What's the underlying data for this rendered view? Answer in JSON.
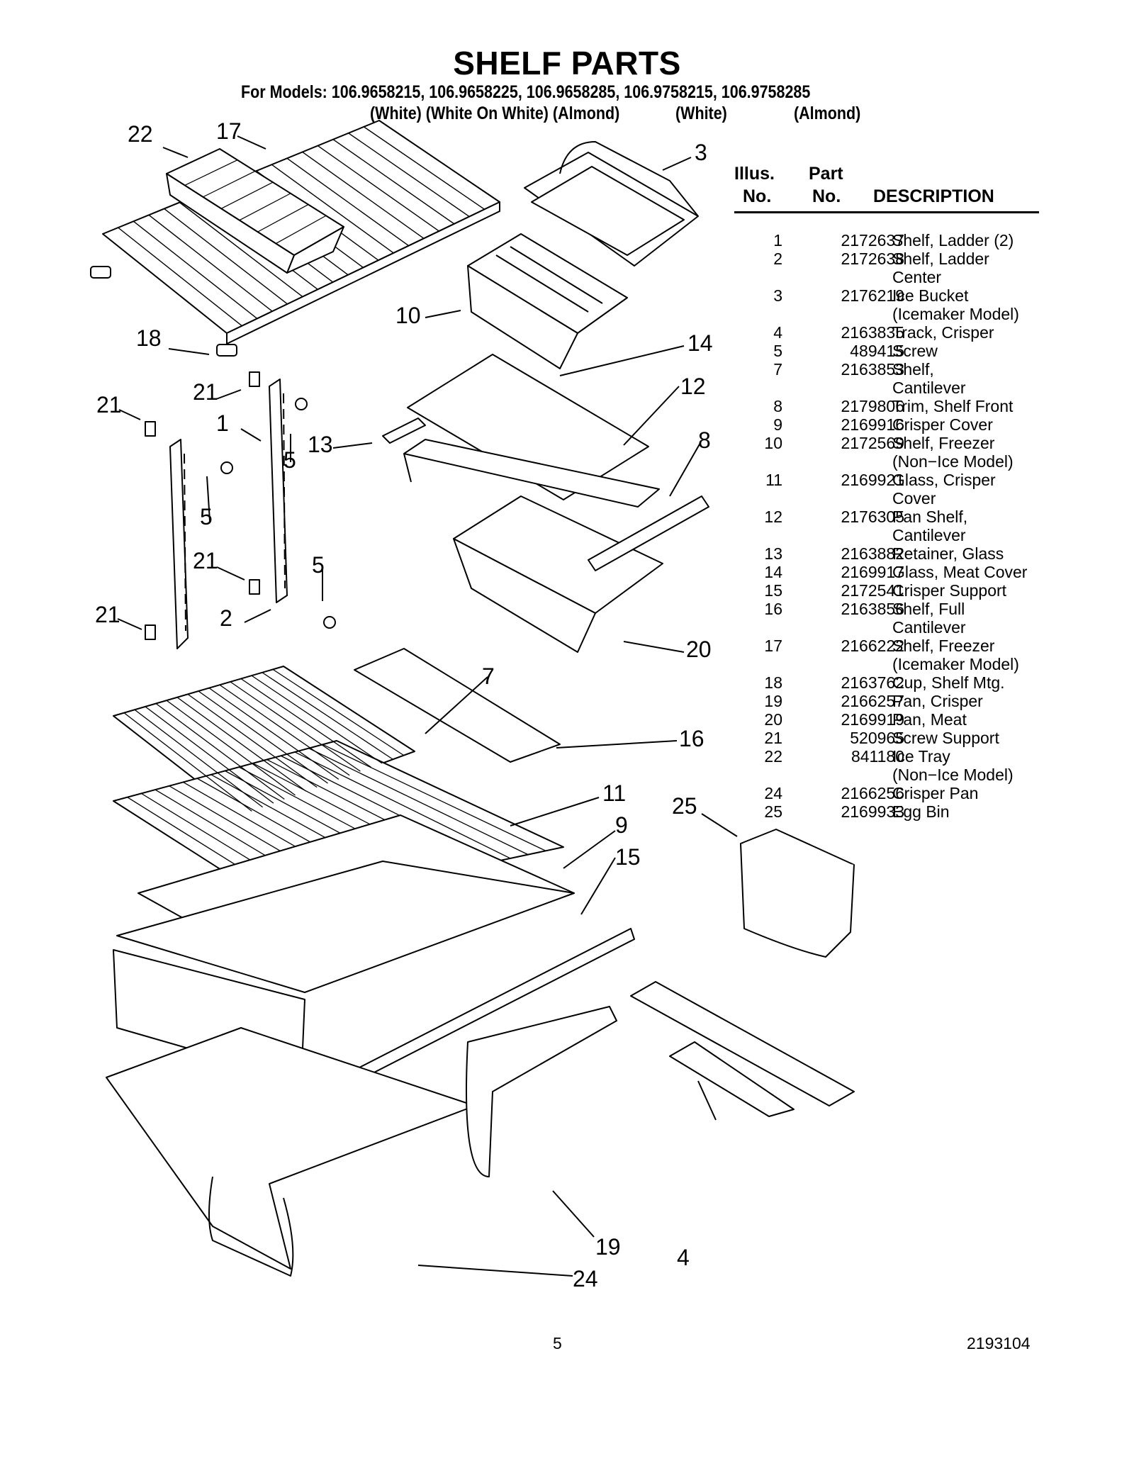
{
  "header": {
    "title": "SHELF PARTS",
    "models": "For Models: 106.9658215, 106.9658225, 106.9658285, 106.9758215, 106.9758285",
    "colors": [
      "(White) (White On White) (Almond)",
      "(White)",
      "(Almond)"
    ]
  },
  "table": {
    "headers": {
      "illus_line1": "Illus.",
      "illus_line2": "No.",
      "part_line1": "Part",
      "part_line2": "No.",
      "description": "DESCRIPTION"
    },
    "rows": [
      {
        "no": "1",
        "part": "2172637",
        "desc": "Shelf, Ladder (2)"
      },
      {
        "no": "2",
        "part": "2172638",
        "desc": "Shelf, Ladder\nCenter"
      },
      {
        "no": "3",
        "part": "2176219",
        "desc": "Ice Bucket\n(Icemaker Model)"
      },
      {
        "no": "4",
        "part": "2163835",
        "desc": "Track, Crisper"
      },
      {
        "no": "5",
        "part": "489415",
        "desc": "Screw"
      },
      {
        "no": "7",
        "part": "2163853",
        "desc": "Shelf,\nCantilever"
      },
      {
        "no": "8",
        "part": "2179806",
        "desc": "Trim, Shelf Front"
      },
      {
        "no": "9",
        "part": "2169916",
        "desc": "Crisper Cover"
      },
      {
        "no": "10",
        "part": "2172569",
        "desc": "Shelf, Freezer\n(Non−Ice Model)"
      },
      {
        "no": "11",
        "part": "2169921",
        "desc": "Glass, Crisper\nCover"
      },
      {
        "no": "12",
        "part": "2176305",
        "desc": "Pan Shelf,\nCantilever"
      },
      {
        "no": "13",
        "part": "2163882",
        "desc": "Retainer, Glass"
      },
      {
        "no": "14",
        "part": "2169917",
        "desc": "Glass, Meat Cover"
      },
      {
        "no": "15",
        "part": "2172541",
        "desc": "Crisper Support"
      },
      {
        "no": "16",
        "part": "2163856",
        "desc": "Shelf, Full\nCantilever"
      },
      {
        "no": "17",
        "part": "2166222",
        "desc": "Shelf, Freezer\n(Icemaker Model)"
      },
      {
        "no": "18",
        "part": "2163762",
        "desc": "Cup, Shelf Mtg."
      },
      {
        "no": "19",
        "part": "2166257",
        "desc": "Pan, Crisper"
      },
      {
        "no": "20",
        "part": "2169919",
        "desc": "Pan, Meat"
      },
      {
        "no": "21",
        "part": "520965",
        "desc": "Screw Support"
      },
      {
        "no": "22",
        "part": "841180",
        "desc": "Ice Tray\n(Non−Ice Model)"
      },
      {
        "no": "24",
        "part": "2166256",
        "desc": "Crisper Pan"
      },
      {
        "no": "25",
        "part": "2169933",
        "desc": "Egg Bin"
      }
    ]
  },
  "callouts": [
    "22",
    "17",
    "3",
    "10",
    "18",
    "14",
    "21",
    "12",
    "21",
    "1",
    "13",
    "8",
    "5",
    "5",
    "21",
    "5",
    "21",
    "2",
    "7",
    "20",
    "16",
    "11",
    "25",
    "9",
    "15",
    "4",
    "19",
    "24"
  ],
  "footer": {
    "page": "5",
    "doc_number": "2193104"
  }
}
